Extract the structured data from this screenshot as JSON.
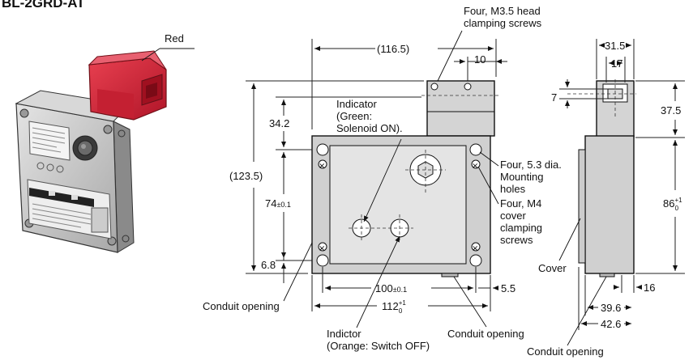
{
  "title": "BL-2GRD-AT",
  "photo": {
    "head_color_label": "Red"
  },
  "labels": {
    "head_screws": [
      "Four, M3.5 head",
      "clamping screws"
    ],
    "indicator_green": [
      "Indicator",
      "(Green:",
      "Solenoid ON)."
    ],
    "mounting_holes": [
      "Four, 5.3 dia.",
      "Mounting",
      "holes"
    ],
    "cover_screws": [
      "Four, M4",
      "cover",
      "clamping",
      "screws"
    ],
    "conduit_left": "Conduit opening",
    "indicator_orange": [
      "Indictor",
      "(Orange: Switch OFF)"
    ],
    "conduit_bottom": "Conduit opening",
    "cover": "Cover",
    "conduit_right": "Conduit opening"
  },
  "dimensions": {
    "overall_width_116_5": "(116.5)",
    "head_10": "10",
    "height_123_5": "(123.5)",
    "head_34_2": "34.2",
    "holes_74": "74",
    "holes_74_tol": "±0.1",
    "bottom_6_8": "6.8",
    "holes_100": "100",
    "holes_100_tol": "±0.1",
    "width_112": "112",
    "width_112_sup": "+1",
    "width_112_sub": "0",
    "right_5_5": "5.5",
    "side_31_5": "31.5",
    "side_17": "17",
    "side_7": "7",
    "side_37_5": "37.5",
    "side_86": "86",
    "side_86_sup": "+1",
    "side_86_sub": "0",
    "side_16": "16",
    "side_39_6": "39.6",
    "side_42_6": "42.6"
  }
}
